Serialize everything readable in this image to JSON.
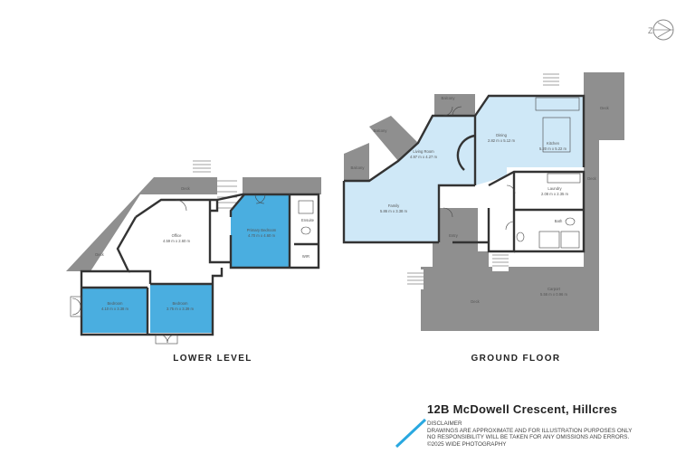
{
  "levels": {
    "lower": "LOWER LEVEL",
    "ground": "GROUND FLOOR"
  },
  "rooms": {
    "lower_deck_top": "Deck",
    "lower_deck_left": "Deck",
    "office_name": "Office",
    "office_dims": "4.59 m x 2.60 m",
    "primary_name": "Primary Bedroom",
    "primary_dims": "4.70 m x 4.60 m",
    "ensuite": "Ensuite",
    "wir": "WIR",
    "bed1_name": "Bedroom",
    "bed1_dims": "4.10 m x 3.38 m",
    "bed2_name": "Bedroom",
    "bed2_dims": "3.75 m x 3.39 m",
    "balcony_top": "Balcony",
    "balcony_mid": "Balcony",
    "balcony_left": "Balcony",
    "living_name": "Living Room",
    "living_dims": "4.97 m x 4.27 m",
    "dining_name": "Dining",
    "dining_dims": "2.82 m x 5.12 m",
    "kitchen_name": "Kitchen",
    "kitchen_dims": "5.20 m x 5.22 m",
    "family_name": "Family",
    "family_dims": "5.86 m x 3.38 m",
    "laundry_name": "Laundry",
    "laundry_dims": "2.08 m x 2.35 m",
    "bath": "Bath",
    "entry": "Entry",
    "deck_right_top": "Deck",
    "deck_right_mid": "Deck",
    "deck_bottom": "Deck",
    "carport_name": "Carport",
    "carport_dims": "5.56 m x 0.96 m"
  },
  "address": "12B McDowell Crescent, Hillcres",
  "disclaimer": [
    "DISCLAIMER",
    "DRAWINGS ARE APPROXIMATE AND FOR ILLUSTRATION PURPOSES ONLY",
    "NO RESPONSIBILITY WILL BE TAKEN FOR ANY OMISSIONS AND ERRORS.",
    "©2025 WIDE PHOTOGRAPHY"
  ],
  "compass_letter": "Z",
  "colors": {
    "bedroom_blue": "#4aaee0",
    "living_blue": "#cfe8f7",
    "deck_grey": "#8f8f8f",
    "stripe_blue": "#29a8e0"
  }
}
